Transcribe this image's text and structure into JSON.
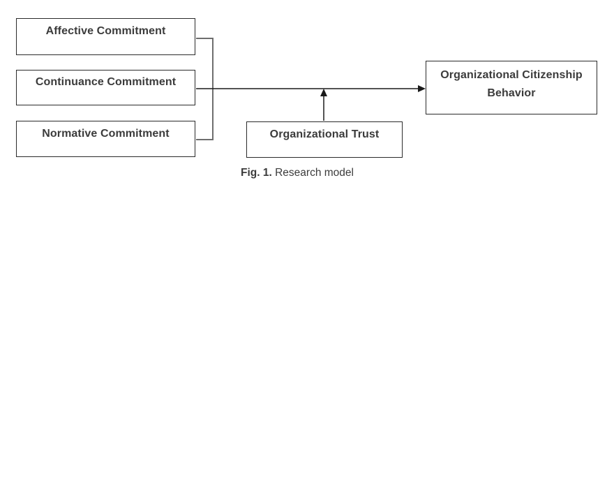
{
  "diagram": {
    "title": "Research model diagram",
    "boxes": [
      {
        "id": "affective",
        "label": "Affective Commitment"
      },
      {
        "id": "continuance",
        "label": "Continuance Commitment"
      },
      {
        "id": "normative",
        "label": "Normative Commitment"
      },
      {
        "id": "trust",
        "label": "Organizational Trust"
      },
      {
        "id": "ocb",
        "label": "Organizational Citizenship Behavior"
      }
    ],
    "connections": [
      {
        "from": "affective",
        "to": "bracket",
        "type": "line",
        "color": "#6e6e6e"
      },
      {
        "from": "normative",
        "to": "bracket",
        "type": "line",
        "color": "#6e6e6e"
      },
      {
        "from": "continuance",
        "to": "ocb",
        "type": "arrow",
        "color": "#1a1a1a"
      },
      {
        "from": "trust",
        "to": "continuance-arrow",
        "type": "arrow",
        "color": "#1a1a1a"
      }
    ],
    "colors": {
      "background": "#ffffff",
      "box_border": "#2a2a2a",
      "box_text": "#3b3b3b",
      "bracket_line": "#6e6e6e",
      "arrow_line": "#1a1a1a"
    }
  },
  "caption": {
    "label": "Fig. 1.",
    "text": " Research model"
  }
}
